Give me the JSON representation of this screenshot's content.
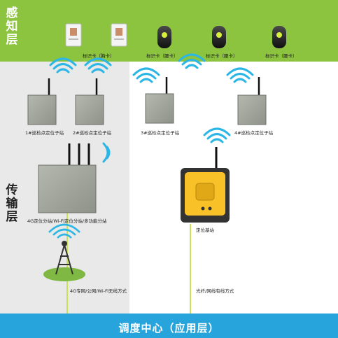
{
  "layers": {
    "perception": "感知层",
    "transport": "传输层",
    "center": "调度中心（应用层）"
  },
  "tags": [
    {
      "label": "标识卡（胸卡）",
      "kind": "badge"
    },
    {
      "label": "标识卡（腰卡）",
      "kind": "belt"
    },
    {
      "label": "标识卡（腰卡）",
      "kind": "belt"
    }
  ],
  "stations": {
    "sub1": "1#巡检点定位子站",
    "sub2": "2#巡检点定位子站",
    "sub3": "3#巡检点定位子站",
    "sub4": "4#巡检点定位子站",
    "main4g": "4G定位分站/Wi-Fi定位分站/多功能分站",
    "base": "定位基站",
    "tower": "4G专网/公网/Wi-Fi无线方式",
    "fiber": "光纤/网线有线方式"
  }
}
